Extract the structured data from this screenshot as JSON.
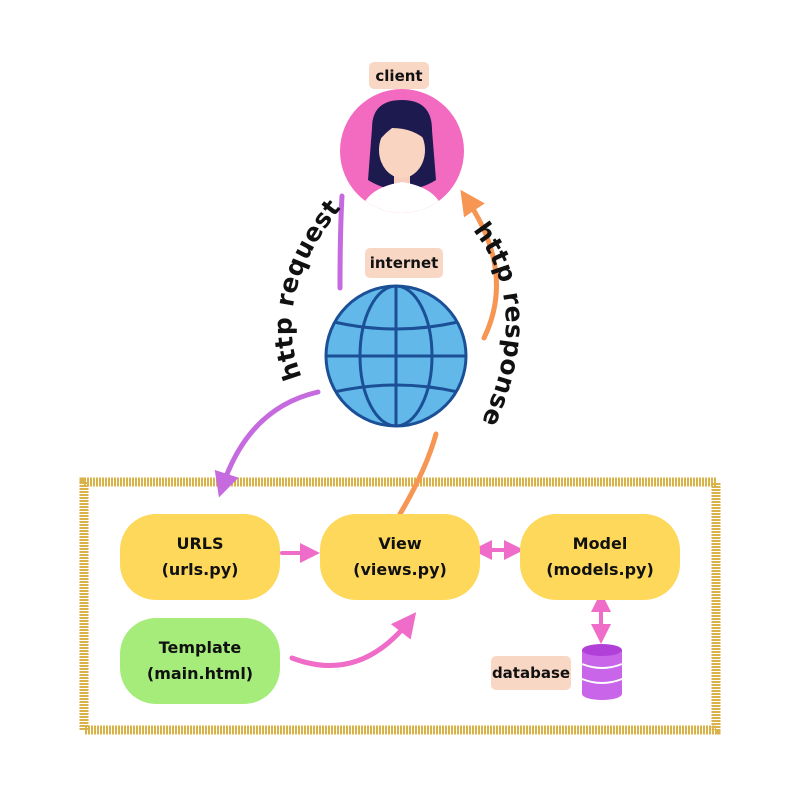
{
  "labels": {
    "client": "client",
    "internet": "internet",
    "database": "database",
    "http_request": "http request",
    "http_response": "http response"
  },
  "boxes": {
    "urls": {
      "title": "URLS",
      "file": "(urls.py)"
    },
    "view": {
      "title": "View",
      "file": "(views.py)"
    },
    "model": {
      "title": "Model",
      "file": "(models.py)"
    },
    "template": {
      "title": "Template",
      "file": "(main.html)"
    }
  },
  "colors": {
    "box_yellow": "#fdd85a",
    "box_green": "#a6ec7b",
    "label_bg": "#f9d7c5",
    "frame_gold": "#d9b24a",
    "arrow_purple": "#c66bdf",
    "arrow_orange": "#f79552",
    "arrow_pink": "#ef6cc8",
    "client_circle": "#f36bc0",
    "globe_blue": "#63b8ea",
    "database_purple": "#c865e8"
  },
  "icons": {
    "client": "person-avatar-icon",
    "internet": "globe-icon",
    "database": "database-icon"
  }
}
